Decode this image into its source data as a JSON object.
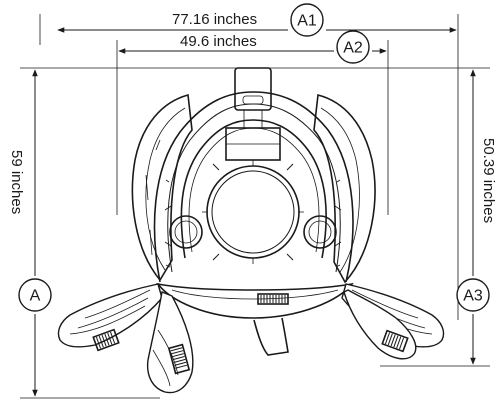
{
  "dimensions": {
    "overall_width": {
      "value": "77.16 inches",
      "badge": "A1"
    },
    "inner_width": {
      "value": "49.6 inches",
      "badge": "A2"
    },
    "overall_height": {
      "value": "59 inches",
      "badge": "A"
    },
    "body_height": {
      "value": "50.39 inches",
      "badge": "A3"
    }
  },
  "colors": {
    "line": "#1a1a1a",
    "background": "#ffffff"
  }
}
